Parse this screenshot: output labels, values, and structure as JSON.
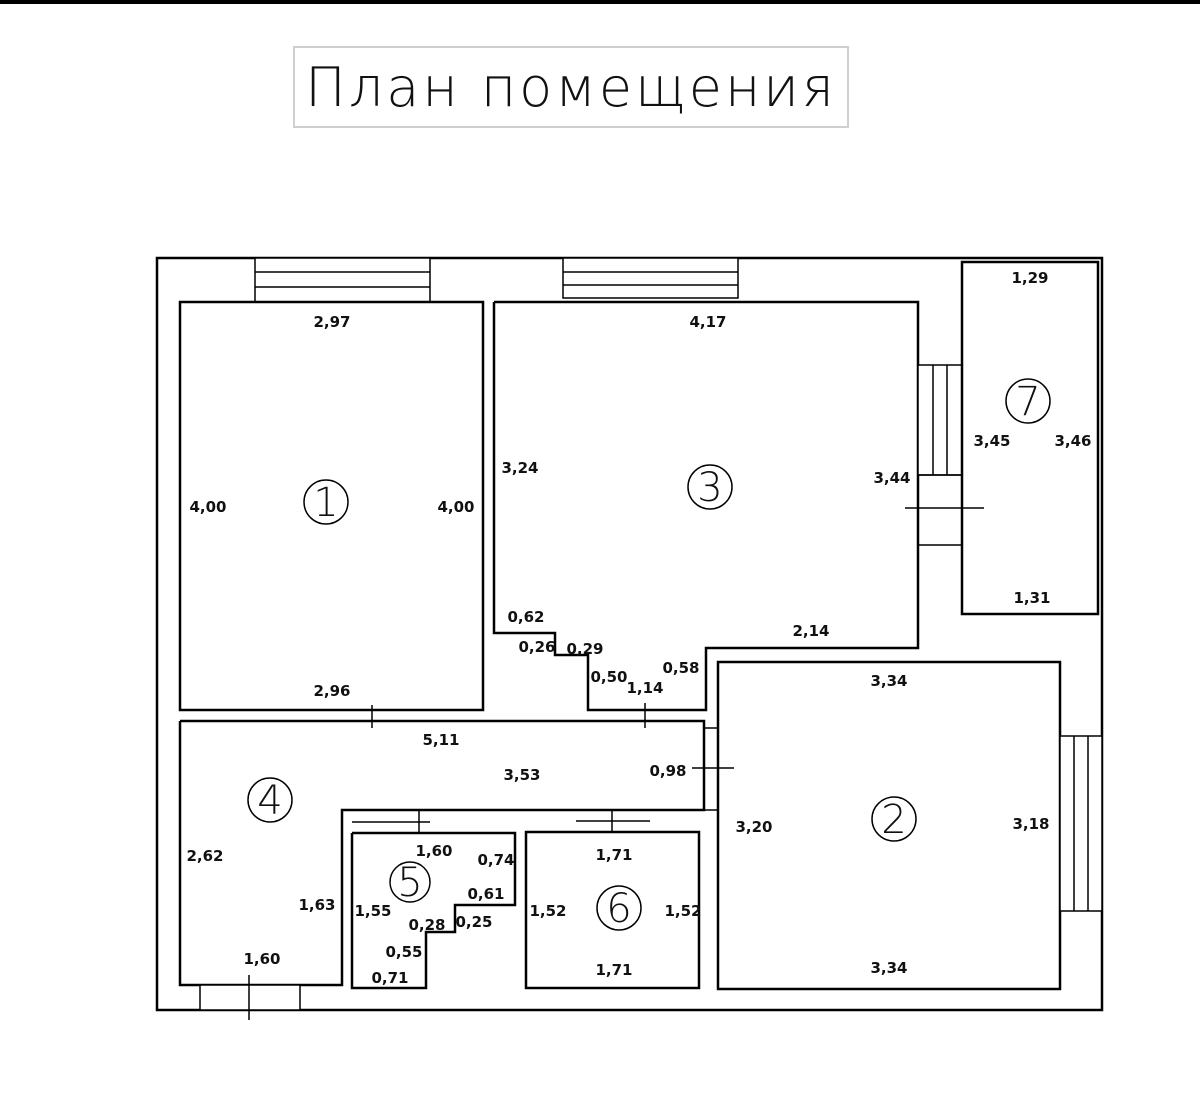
{
  "title": "План помещения",
  "rooms": [
    {
      "id": "1",
      "label": "1"
    },
    {
      "id": "2",
      "label": "2"
    },
    {
      "id": "3",
      "label": "3"
    },
    {
      "id": "4",
      "label": "4"
    },
    {
      "id": "5",
      "label": "5"
    },
    {
      "id": "6",
      "label": "6"
    },
    {
      "id": "7",
      "label": "7"
    }
  ],
  "dimensions": {
    "r1_top": "2,97",
    "r1_left": "4,00",
    "r1_right": "4,00",
    "r1_bottom": "2,96",
    "r3_top": "4,17",
    "r3_left": "3,24",
    "r3_right": "3,44",
    "r3_bottom": "2,14",
    "r3_s1": "0,62",
    "r3_s2": "0,26",
    "r3_s3": "0,29",
    "r3_s4": "0,50",
    "r3_s5": "1,14",
    "r3_s6": "0,58",
    "r7_top": "1,29",
    "r7_left": "3,45",
    "r7_right": "3,46",
    "r7_bottom": "1,31",
    "r2_top": "3,34",
    "r2_left": "3,20",
    "r2_right": "3,18",
    "r2_bottom": "3,34",
    "r4_top": "5,11",
    "r4_right": "0,98",
    "r4_mid": "3,53",
    "r4_left": "2,62",
    "r4_inner": "1,63",
    "r4_bottom": "1,60",
    "r5_top": "1,60",
    "r5_a": "0,74",
    "r5_b": "0,61",
    "r5_left": "1,55",
    "r5_c": "0,28",
    "r5_d": "0,25",
    "r5_e": "0,55",
    "r5_bottom": "0,71",
    "r6_top": "1,71",
    "r6_left": "1,52",
    "r6_right": "1,52",
    "r6_bottom": "1,71"
  }
}
